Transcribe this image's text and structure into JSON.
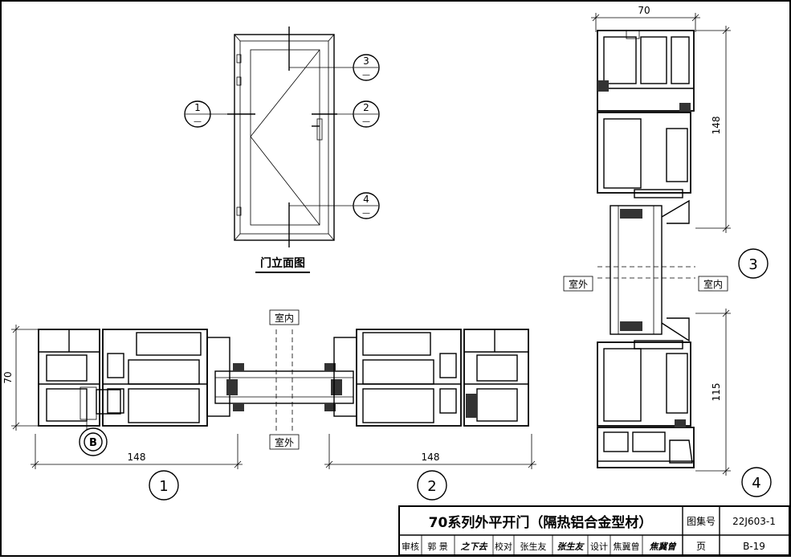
{
  "elevation": {
    "title": "门立面图",
    "callouts": [
      {
        "num": "1",
        "sub": "—"
      },
      {
        "num": "2",
        "sub": "—"
      },
      {
        "num": "3",
        "sub": "—"
      },
      {
        "num": "4",
        "sub": "—"
      }
    ]
  },
  "horizontal_section": {
    "inside_label": "室内",
    "outside_label": "室外",
    "height_dim": "70",
    "left_width_dim": "148",
    "right_width_dim": "148",
    "lock_badge": "B",
    "detail_1": "1",
    "detail_2": "2"
  },
  "vertical_section": {
    "width_dim": "70",
    "top_dim": "148",
    "bottom_dim": "115",
    "outside_label": "室外",
    "inside_label": "室内",
    "detail_3": "3",
    "detail_4": "4"
  },
  "title_block": {
    "title": "70系列外平开门（隔热铝合金型材）",
    "atlas_label": "图集号",
    "atlas_no": "22J603-1",
    "review_label": "审核",
    "reviewer": "郭 景",
    "reviewer_sig": "之下去",
    "check_label": "校对",
    "checker": "张生友",
    "checker_sig": "张生友",
    "design_label": "设计",
    "designer": "焦冀曾",
    "designer_sig": "焦冀曾",
    "page_label": "页",
    "page_no": "B-19"
  }
}
